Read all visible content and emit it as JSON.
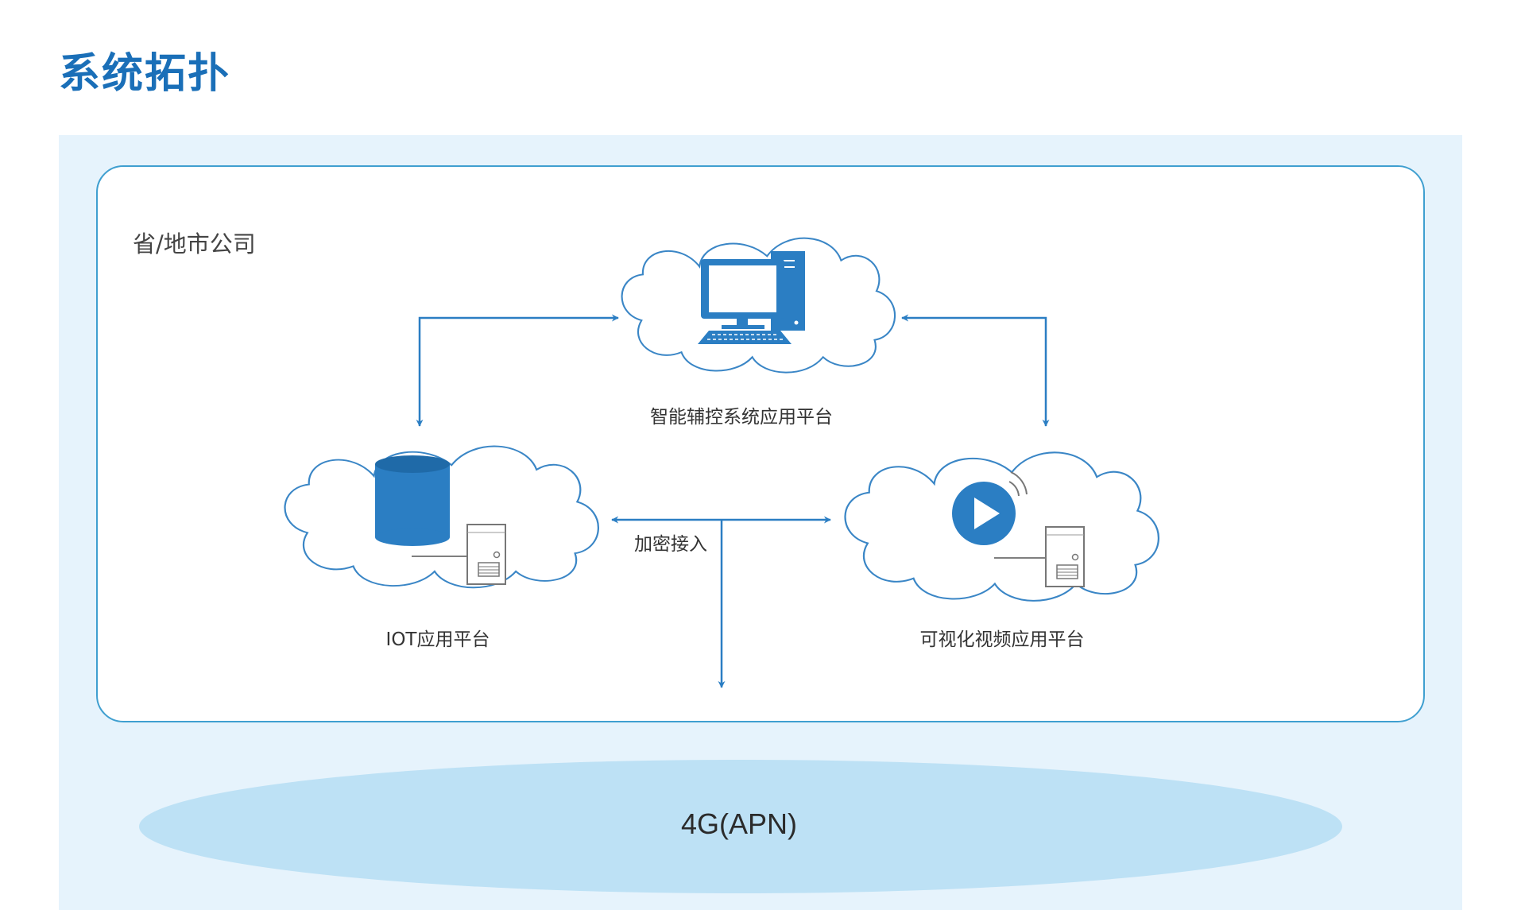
{
  "title": "系统拓扑",
  "company": {
    "label": "省/地市公司"
  },
  "nodes": {
    "central": {
      "label": "智能辅控系统应用平台",
      "icon": "desktop-computer-icon"
    },
    "iot": {
      "label": "IOT应用平台",
      "icon": "database-server-icon"
    },
    "video": {
      "label": "可视化视频应用平台",
      "icon": "video-play-server-icon"
    }
  },
  "edge": {
    "label": "加密接入"
  },
  "network": {
    "label": "4G(APN)"
  },
  "colors": {
    "title": "#1a6fb8",
    "accent": "#2b7ec3",
    "cloud_stroke": "#3a86c6",
    "box_border": "#3f9fd0",
    "panel_background": "#e6f3fc",
    "network_fill": "#bde1f5"
  }
}
